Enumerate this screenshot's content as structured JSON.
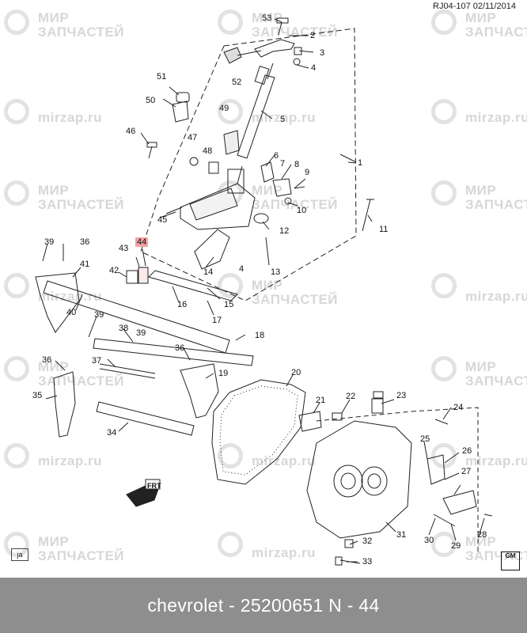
{
  "header": {
    "ref_code": "RJ04-107  02/11/2014"
  },
  "watermarks": [
    {
      "line1": "МИР",
      "line2": "ЗАПЧАСТЕЙ"
    },
    {
      "line1": "mirzap.ru",
      "line2": ""
    }
  ],
  "icons": {
    "brand_mark": "GM",
    "ja_label": "ja",
    "front_arrow": "FRT"
  },
  "callouts": {
    "c1": "1",
    "c2": "2",
    "c3": "3",
    "c4": "4",
    "c4b": "4",
    "c5": "5",
    "c6": "6",
    "c7": "7",
    "c8": "8",
    "c9": "9",
    "c10": "10",
    "c11": "11",
    "c12": "12",
    "c13": "13",
    "c14": "14",
    "c15": "15",
    "c16": "16",
    "c17": "17",
    "c18": "18",
    "c19": "19",
    "c20": "20",
    "c21": "21",
    "c22": "22",
    "c23": "23",
    "c24": "24",
    "c25": "25",
    "c26": "26",
    "c27": "27",
    "c28": "28",
    "c29": "29",
    "c30": "30",
    "c31": "31",
    "c32": "32",
    "c33": "33",
    "c34": "34",
    "c35": "35",
    "c36": "36",
    "c36b": "36",
    "c36c": "36",
    "c37": "37",
    "c38": "38",
    "c39": "39",
    "c39b": "39",
    "c40": "40",
    "c41": "41",
    "c42": "42",
    "c43": "43",
    "c44": "44",
    "c45": "45",
    "c46": "46",
    "c47": "47",
    "c48": "48",
    "c49": "49",
    "c50": "50",
    "c51": "51",
    "c52": "52",
    "c53": "53"
  },
  "highlight_color": "#f4a3a3",
  "footer": {
    "text": "chevrolet - 25200651      N - 44"
  }
}
